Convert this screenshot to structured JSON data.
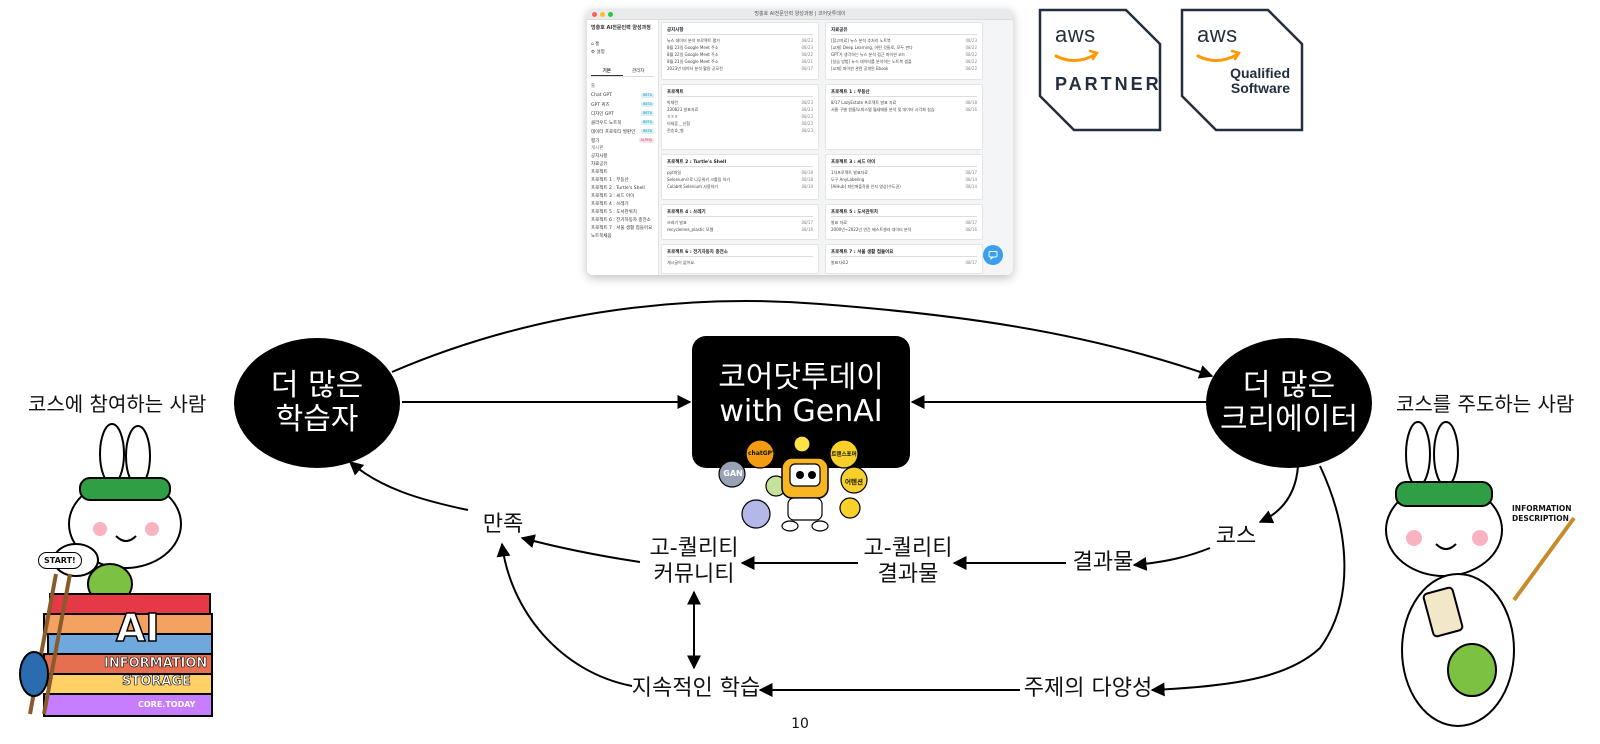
{
  "screenshot": {
    "window_title": "멍충호 AI전문인력 양성과정 | 코어닷투데이",
    "sidebar": {
      "brand": "멍충호 AI전문인력 양성과정",
      "home": "홈",
      "settings": "설정",
      "tabs": [
        "기본",
        "관리자"
      ],
      "section_tools": "툴",
      "tools": [
        {
          "label": "Chat GPT",
          "badge": "BETA"
        },
        {
          "label": "GPT 퀴즈",
          "badge": "BETA"
        },
        {
          "label": "디자인 GPT",
          "badge": "BETA"
        },
        {
          "label": "클라우드 노트북",
          "badge": "BETA"
        },
        {
          "label": "데이터 프로토타 발판인",
          "badge": "BETA"
        },
        {
          "label": "평가",
          "badge": "ALPHA"
        }
      ],
      "section_boards": "게시판",
      "boards": [
        "공지사항",
        "자료공유",
        "프로젝트",
        "프로젝트 1 : 부동산",
        "프로젝트 2 : Turtle's Shell",
        "프로젝트 3 : 씨드 아이",
        "프로젝트 4 : 쓰레기",
        "프로젝트 5 : 도서관위치",
        "프로젝트 6 : 전기자동차 충전소",
        "프로젝트 7 : 서울 생활 접들어요",
        "노트북채움"
      ]
    },
    "cards": [
      {
        "title": "공지사항",
        "rows": [
          [
            "뉴스 데이터 분석 프로젝트 평가",
            "08/23"
          ],
          [
            "8월 23일 Google Meet 주소",
            "08/23"
          ],
          [
            "8월 22일 Google Meet 주소",
            "08/22"
          ],
          [
            "8월 21일 Google Meet 주소",
            "08/21"
          ],
          [
            "2023년 데이터 분석 활용 공모전",
            "08/17"
          ]
        ]
      },
      {
        "title": "자료공유",
        "rows": [
          [
            "[참고자료] 뉴스 분석 추처리 노트북",
            "08/23"
          ],
          [
            "[교재] Deep Learning, 어떤 것들로, 모두 판다",
            "08/22"
          ],
          [
            "GPT가 생각하는 뉴스 분석 접근 파이썬 코드",
            "08/22"
          ],
          [
            "[실습 방법] 뉴스 데이터를 분석하는 노트북 샘플",
            "08/22"
          ],
          [
            "[교재] 파이썬 관련 공개된 Ebook",
            "08/22"
          ]
        ]
      },
      {
        "title": "프로젝트",
        "rows": [
          [
            "박채린",
            "08/23"
          ],
          [
            "230823 발표자료",
            "08/23"
          ],
          [
            "ㅎㅎㅎ",
            "08/23"
          ],
          [
            "이재훈 _ 신협",
            "08/23"
          ],
          [
            "전승호_형",
            "08/23"
          ]
        ]
      },
      {
        "title": "프로젝트 1 : 부동산",
        "rows": [
          [
            "8/17 LazyEstate 프로젝트 발표 자료",
            "08/18"
          ],
          [
            "서울 구별 원룸/오피스텔 월세매물 분석 및 데이터 시각화 실습",
            "08/16"
          ]
        ]
      },
      {
        "title": "프로젝트 2 : Turtle's Shell",
        "rows": [
          [
            "ppt파일",
            "08/18"
          ],
          [
            "Selenium으로 나무위키 크롤링 하기",
            "08/18"
          ],
          [
            "Colab에 Selenium 사용하기",
            "08/10"
          ]
        ]
      },
      {
        "title": "프로젝트 3 : 씨드 아이",
        "rows": [
          [
            "1차프로젝트 발표자료",
            "08/17"
          ],
          [
            "도구 AnyLabeling",
            "08/14"
          ],
          [
            "[AiHub] 파인애플작물 인지 영상(수도권)",
            "08/14"
          ]
        ]
      },
      {
        "title": "프로젝트 4 : 쓰레기",
        "rows": [
          [
            "쓰레기 발표",
            "08/17"
          ],
          [
            "recyclelnes_plastic 모델",
            "08/16"
          ]
        ]
      },
      {
        "title": "프로젝트 5 : 도서관위치",
        "rows": [
          [
            "발표 자료",
            "08/17"
          ],
          [
            "2000년~2022년 연간 베스트셀러 데이터 분석",
            "08/16"
          ]
        ]
      },
      {
        "title": "프로젝트 6 : 전기자동차 충전소",
        "rows": [
          [
            "게시글이 없어요.",
            ""
          ]
        ]
      },
      {
        "title": "프로젝트 7 : 서울 생활 접들어요",
        "rows": [
          [
            "발표자료2",
            "08/17"
          ]
        ]
      }
    ],
    "colors": {
      "dot_red": "#ff5f57",
      "dot_yellow": "#febc2e",
      "dot_green": "#28c840",
      "beta": "#1a8fb0",
      "alpha": "#d0405c",
      "fab": "#3aa0ee"
    }
  },
  "badges": {
    "partner": {
      "logo": "aws",
      "text": "PARTNER"
    },
    "qualified": {
      "logo": "aws",
      "line1": "Qualified",
      "line2": "Software"
    },
    "colors": {
      "navy": "#232f3e",
      "smile": "#ff9900"
    }
  },
  "diagram": {
    "left_caption": "코스에 참여하는 사람",
    "right_caption": "코스를 주도하는 사람",
    "node_learners": "더 많은\n학습자",
    "node_center": "코어닷투데이\nwith GenAI",
    "node_creators": "더 많은\n크리에이터",
    "label_satisfaction": "만족",
    "label_community": "고-퀄리티\n커뮤니티",
    "label_quality_output": "고-퀄리티\n결과물",
    "label_output": "결과물",
    "label_course": "코스",
    "label_continuous": "지속적인 학습",
    "label_diversity": "주제의 다양성",
    "mascot_tags": [
      "chatGPT",
      "GAN",
      "트랜스포머",
      "어텐션"
    ],
    "left_sticker_text": [
      "START!",
      "AI",
      "INFORMATION",
      "STORAGE",
      "CORE.TODAY"
    ],
    "right_sticker_text": [
      "INFORMATION",
      "DESCRIPTION"
    ]
  },
  "page_number": "10"
}
